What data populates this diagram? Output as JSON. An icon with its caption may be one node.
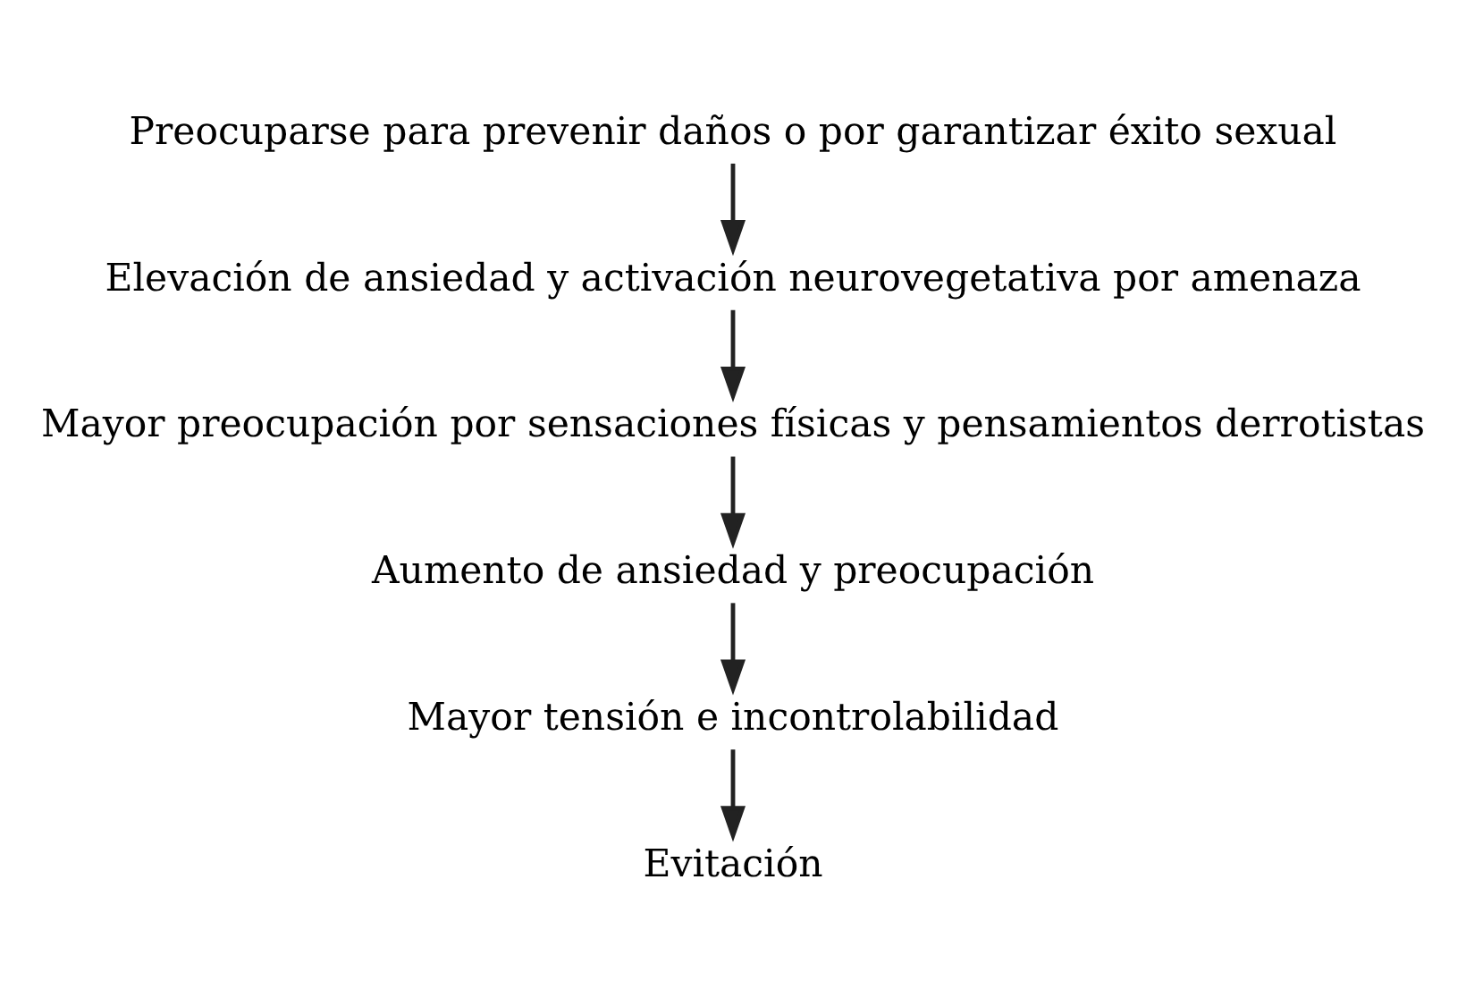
{
  "diagram": {
    "nodes": [
      {
        "text": [
          "Preocuparse para prevenir daños o por garantizar éxito sexual"
        ]
      },
      {
        "text": [
          "Elevación de ansiedad y activación neurovegetativa por amenaza"
        ]
      },
      {
        "text": [
          "Mayor preocupación por sensaciones físicas y pensamientos derrotistas"
        ]
      },
      {
        "text": [
          "Aumento de ansiedad y preocupación"
        ]
      },
      {
        "text": [
          "Mayor tensión e incontrolabilidad"
        ]
      },
      {
        "text": [
          "Evitación"
        ]
      }
    ],
    "edges": [
      {
        "from": 0,
        "to": 1,
        "arrow": "to"
      },
      {
        "from": 1,
        "to": 2,
        "arrow": "to"
      },
      {
        "from": 2,
        "to": 3,
        "arrow": "to"
      },
      {
        "from": 3,
        "to": 4,
        "arrow": "to"
      },
      {
        "from": 4,
        "to": 5,
        "arrow": "to"
      }
    ]
  }
}
